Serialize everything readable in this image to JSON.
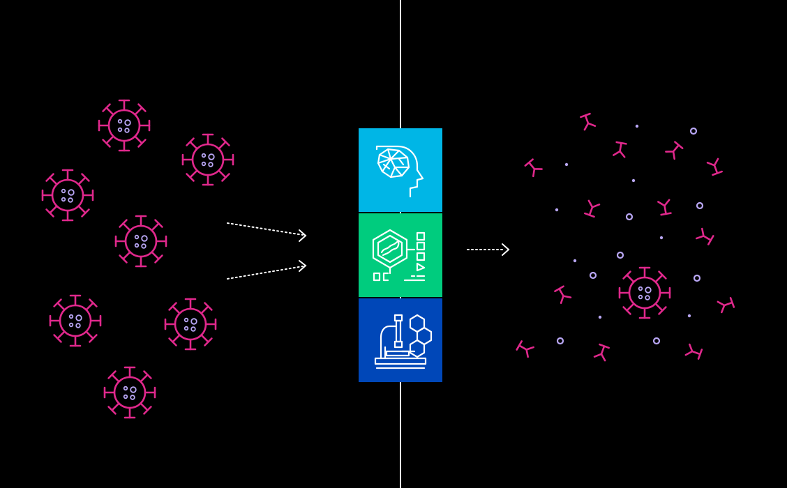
{
  "colors": {
    "background": "#000000",
    "virus": "#e0288c",
    "virus_core_dots": "#b9a7f5",
    "particle": "#b9a7f5",
    "arrow": "#ffffff",
    "divider": "#ffffff",
    "panel_ai": "#00b6e6",
    "panel_genomics": "#00cc7e",
    "panel_lab": "#0047b8",
    "panel_icon": "#ffffff"
  },
  "left_group": {
    "intact_virus_count": 7,
    "icon": "virus-icon"
  },
  "arrows": {
    "left_count": 2,
    "right_count": 1,
    "style": "dotted",
    "icon": "arrow-right-icon"
  },
  "center_panels": [
    {
      "name": "ai-panel",
      "icon": "ai-brain-head-icon"
    },
    {
      "name": "genomics-panel",
      "icon": "dna-hexagon-lab-icon"
    },
    {
      "name": "lab-panel",
      "icon": "microscope-icon"
    }
  ],
  "right_group": {
    "intact_virus_count": 1,
    "fragment_icon": "spike-fragment-icon",
    "particle_icon": "particle-dot-icon"
  }
}
